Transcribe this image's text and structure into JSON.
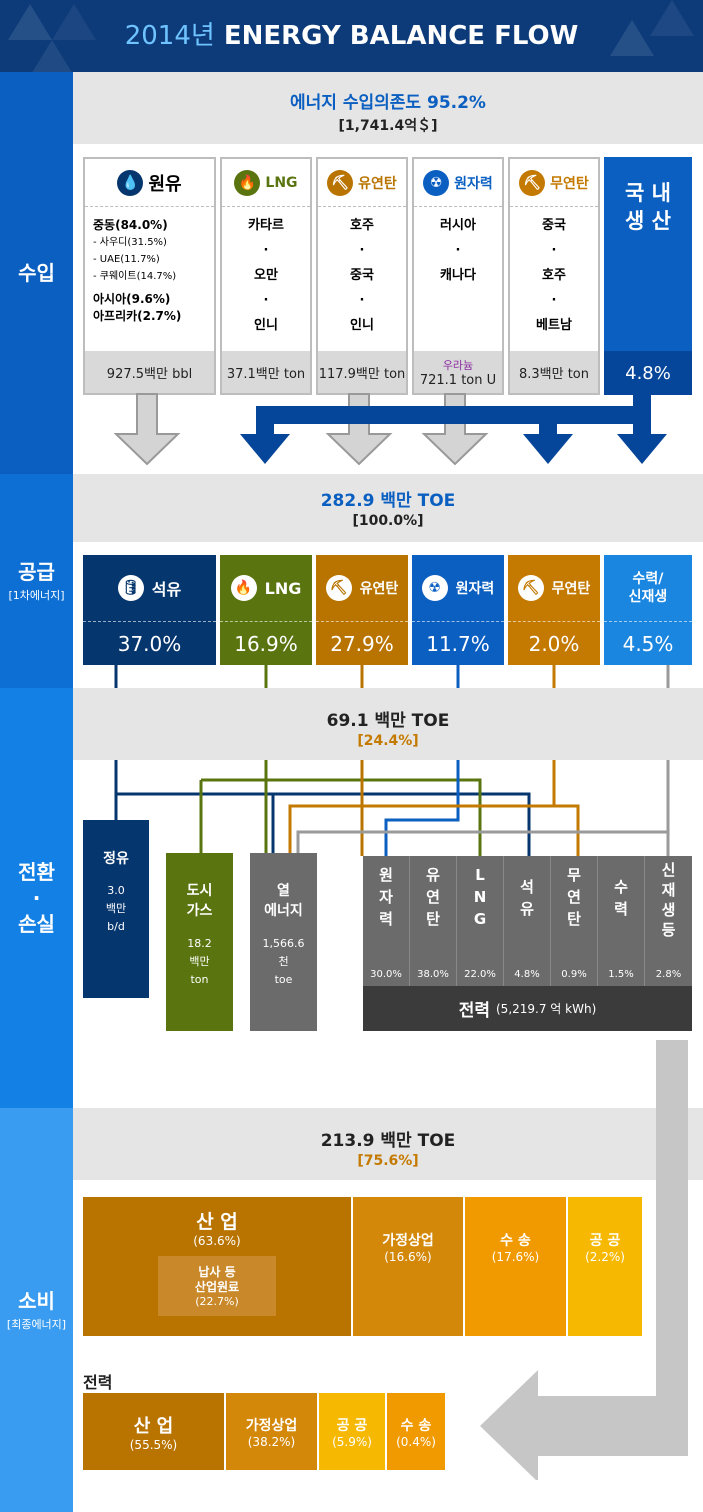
{
  "header": {
    "year": "2014년",
    "title": "ENERGY BALANCE FLOW"
  },
  "colors": {
    "navy": "#0d3b7a",
    "blue": "#0a5fc1",
    "oil": "#06366e",
    "lng": "#5a7410",
    "bitumen": "#b97400",
    "nuclear": "#0a5fc1",
    "anthracite": "#c47a00",
    "renew": "#1a86e0",
    "gray": "#6b6b6b",
    "dark": "#3b3b3b"
  },
  "sections": {
    "import": "수입",
    "supply": "공급",
    "supply_sub": "[1차에너지]",
    "conv": "전환\n·\n손실",
    "cons": "소비",
    "cons_sub": "[최종에너지]"
  },
  "import": {
    "dependence": "에너지 수입의존도 95.2%",
    "amount": "[1,741.4억＄]",
    "crude": {
      "name": "원유",
      "lines": [
        "중동(84.0%)",
        "- 사우디(31.5%)",
        "- UAE(11.7%)",
        "- 쿠웨이트(14.7%)",
        "아시아(9.6%)",
        "아프리카(2.7%)"
      ],
      "total": "927.5백만 bbl"
    },
    "lng": {
      "name": "LNG",
      "lines": [
        "카타르",
        "·",
        "오만",
        "·",
        "인니"
      ],
      "total": "37.1백만 ton"
    },
    "bitumen": {
      "name": "유연탄",
      "lines": [
        "호주",
        "·",
        "중국",
        "·",
        "인니"
      ],
      "total": "117.9백만 ton"
    },
    "nuclear": {
      "name": "원자력",
      "lines": [
        "러시아",
        "·",
        "캐나다"
      ],
      "total_label": "우라늄",
      "total": "721.1 ton U"
    },
    "anthracite": {
      "name": "무연탄",
      "lines": [
        "중국",
        "·",
        "호주",
        "·",
        "베트남"
      ],
      "total": "8.3백만 ton"
    },
    "domestic": {
      "name": "국 내\n생 산",
      "pct": "4.8%"
    }
  },
  "supply": {
    "total": "282.9 백만 TOE",
    "pct": "[100.0%]",
    "items": [
      {
        "name": "석유",
        "pct": "37.0%"
      },
      {
        "name": "LNG",
        "pct": "16.9%"
      },
      {
        "name": "유연탄",
        "pct": "27.9%"
      },
      {
        "name": "원자력",
        "pct": "11.7%"
      },
      {
        "name": "무연탄",
        "pct": "2.0%"
      },
      {
        "name": "수력/\n신재생",
        "pct": "4.5%"
      }
    ]
  },
  "conv": {
    "total": "69.1 백만 TOE",
    "pct": "[24.4%]",
    "refinery": {
      "name": "정유",
      "value": "3.0\n백만\nb/d"
    },
    "citygas": {
      "name": "도시\n가스",
      "value": "18.2\n백만\nton"
    },
    "heat": {
      "name": "열\n에너지",
      "value": "1,566.6\n천\ntoe"
    },
    "power_cols": [
      {
        "name": "원\n자\n력",
        "pct": "30.0%"
      },
      {
        "name": "유\n연\n탄",
        "pct": "38.0%"
      },
      {
        "name": "L\nN\nG",
        "pct": "22.0%"
      },
      {
        "name": "석\n유",
        "pct": "4.8%"
      },
      {
        "name": "무\n연\n탄",
        "pct": "0.9%"
      },
      {
        "name": "수\n력",
        "pct": "1.5%"
      },
      {
        "name": "신\n재\n생\n등",
        "pct": "2.8%"
      }
    ],
    "power_label": "전력",
    "power_value": "(5,219.7 억 kWh)"
  },
  "cons": {
    "total": "213.9 백만 TOE",
    "pct": "[75.6%]",
    "industry": {
      "name": "산  업",
      "pct": "(63.6%)",
      "sub_name": "납사 등\n산업원료",
      "sub_pct": "(22.7%)"
    },
    "commercial": {
      "name": "가정상업",
      "pct": "(16.6%)"
    },
    "transport": {
      "name": "수 송",
      "pct": "(17.6%)"
    },
    "public": {
      "name": "공 공",
      "pct": "(2.2%)"
    },
    "power_title": "전력",
    "power": [
      {
        "name": "산  업",
        "pct": "(55.5%)"
      },
      {
        "name": "가정상업",
        "pct": "(38.2%)"
      },
      {
        "name": "공 공",
        "pct": "(5.9%)"
      },
      {
        "name": "수 송",
        "pct": "(0.4%)"
      }
    ]
  }
}
